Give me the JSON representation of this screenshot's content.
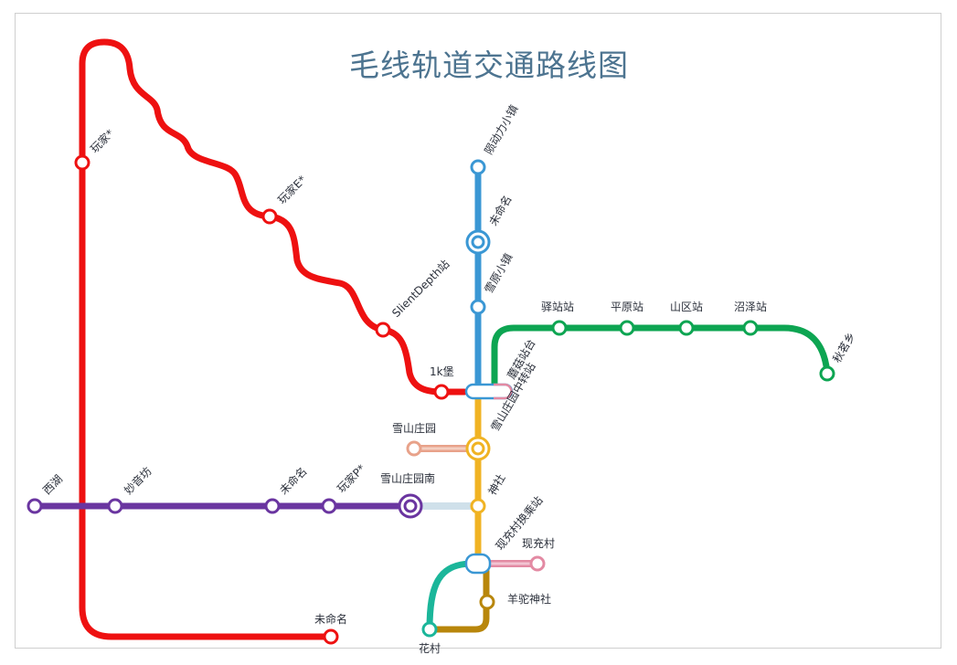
{
  "title": "毛线轨道交通路线图",
  "colors": {
    "red": "#ee1111",
    "blue": "#3a97d4",
    "green": "#0da552",
    "yellow": "#f0b323",
    "purple": "#6a35a0",
    "teal": "#1bb69a",
    "brown": "#b8860b",
    "pink": "#e38aa3",
    "salmon": "#e8a28a",
    "lightblue": "#cfe0ea"
  },
  "stations": {
    "wanjia_left": "玩家*",
    "wanjia_ji": "玩家E*",
    "silentdepth": "SlientDepth站",
    "ik_bao": "1k堡",
    "zhongdong": "陨动力小镇",
    "weiming_blue": "未命名",
    "xueyuan": "雪原小镇",
    "yizhan": "驿站站",
    "pingyuan": "平原站",
    "shanqu": "山区站",
    "zhaoze": "沼泽站",
    "qiuzhan": "秋茗乡",
    "mogu": "蘑菇站台",
    "xueshan_transfer": "雪山庄园中转站",
    "xueshan_zhuang": "雪山庄园",
    "shenshe": "神社",
    "xueshan_south": "雪山庄园南",
    "xihu": "西湖",
    "miaoyinfang": "妙音坊",
    "weiming_purple": "未命名",
    "wanjia_purple": "玩家P*",
    "xianchong_transfer": "现充村换乘站",
    "xianchong": "现充村",
    "yangtuo": "羊驼神社",
    "huacun": "花村",
    "weiming_bottom": "未命名"
  }
}
